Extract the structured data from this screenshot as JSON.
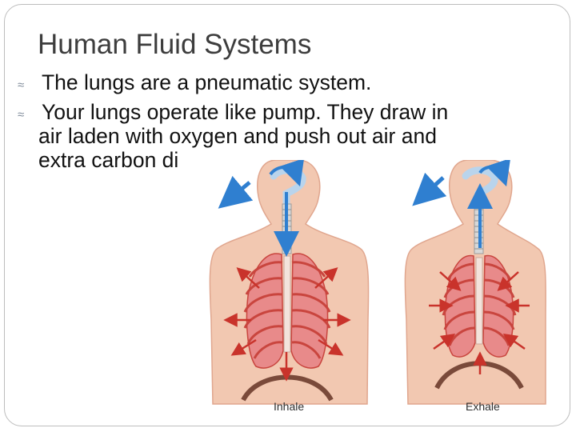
{
  "slide": {
    "title": "Human Fluid Systems",
    "bullets": [
      {
        "lines": [
          "The lungs are a pneumatic system."
        ]
      },
      {
        "lines": [
          "Your lungs operate like pump. They draw in",
          "air laden with oxygen and push out air and",
          "extra carbon di"
        ]
      }
    ]
  },
  "figure": {
    "panels": [
      {
        "label": "Inhale"
      },
      {
        "label": "Exhale"
      }
    ],
    "colors": {
      "skin": "#f2c8b1",
      "skin_outline": "#e0a68e",
      "lung": "#e88a8a",
      "rib": "#c9453e",
      "arrow_air": "#2f7fd0",
      "arrow_force": "#c9332b",
      "diaphragm": "#7a4a3a"
    }
  }
}
